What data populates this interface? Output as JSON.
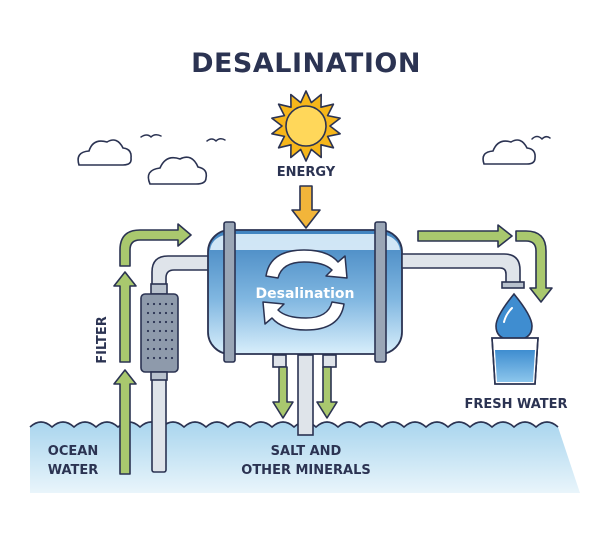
{
  "title": "DESALINATION",
  "labels": {
    "energy": "ENERGY",
    "tank": "Desalination",
    "filter": "FILTER",
    "ocean_line1": "OCEAN",
    "ocean_line2": "WATER",
    "salt_line1": "SALT AND",
    "salt_line2": "OTHER MINERALS",
    "fresh": "FRESH WATER"
  },
  "colors": {
    "outline": "#2b3352",
    "sun": "#f6b61a",
    "arrow": "#a9c86e",
    "energy_arrow": "#f2b53a",
    "tank_dark": "#4d8ec4",
    "tank_light": "#cfe8f8",
    "water": "#bfe0f2",
    "pipe": "#d9dfe6",
    "filter": "#8e9aab"
  }
}
